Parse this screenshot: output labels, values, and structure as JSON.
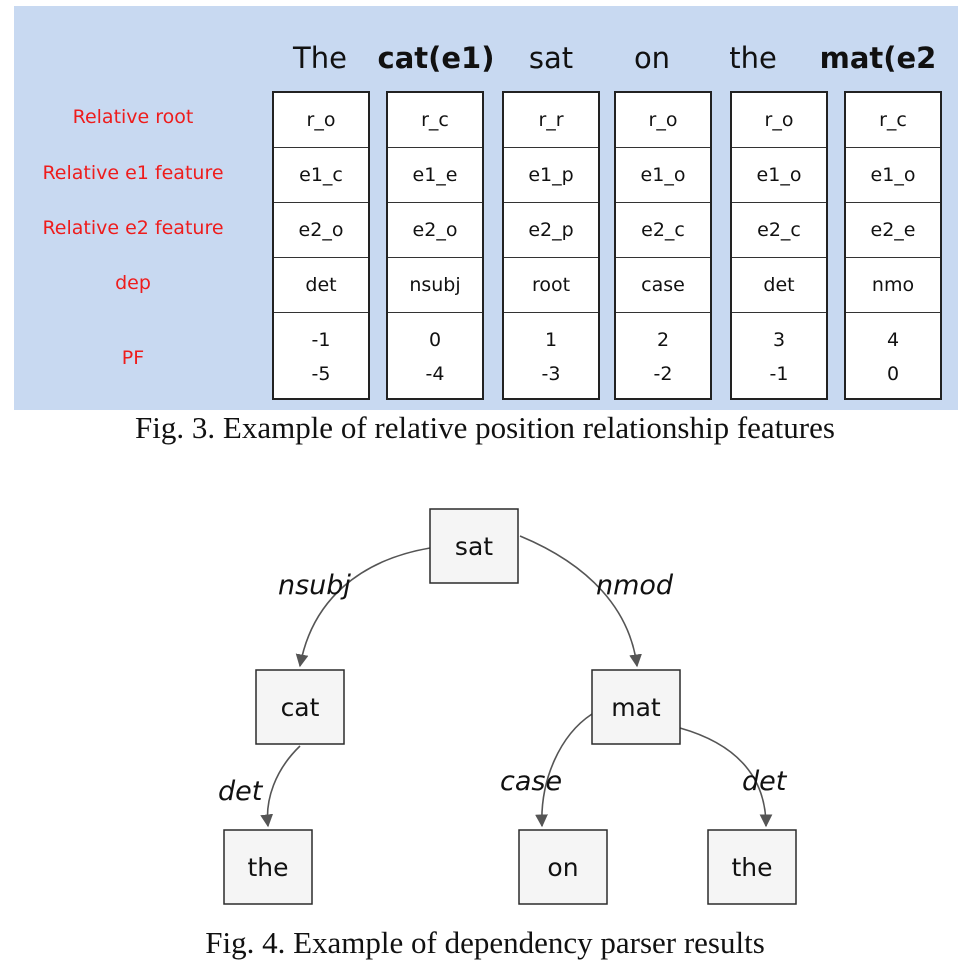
{
  "fig3": {
    "words": [
      {
        "text": "The",
        "bold": false
      },
      {
        "text": "cat(e1)",
        "bold": true
      },
      {
        "text": "sat",
        "bold": false
      },
      {
        "text": "on",
        "bold": false
      },
      {
        "text": "the",
        "bold": false
      },
      {
        "text": "mat(e2",
        "bold": true
      }
    ],
    "row_labels": [
      "Relative root",
      "Relative e1 feature",
      "Relative e2 feature",
      "dep",
      "PF"
    ],
    "columns": [
      {
        "root": "r_o",
        "e1": "e1_c",
        "e2": "e2_o",
        "dep": "det",
        "pf": [
          "-1",
          "-5"
        ]
      },
      {
        "root": "r_c",
        "e1": "e1_e",
        "e2": "e2_o",
        "dep": "nsubj",
        "pf": [
          "0",
          "-4"
        ]
      },
      {
        "root": "r_r",
        "e1": "e1_p",
        "e2": "e2_p",
        "dep": "root",
        "pf": [
          "1",
          "-3"
        ]
      },
      {
        "root": "r_o",
        "e1": "e1_o",
        "e2": "e2_c",
        "dep": "case",
        "pf": [
          "2",
          "-2"
        ]
      },
      {
        "root": "r_o",
        "e1": "e1_o",
        "e2": "e2_c",
        "dep": "det",
        "pf": [
          "3",
          "-1"
        ]
      },
      {
        "root": "r_c",
        "e1": "e1_o",
        "e2": "e2_e",
        "dep": "nmo",
        "pf": [
          "4",
          "0"
        ]
      }
    ],
    "caption": "Fig. 3. Example of relative position relationship features"
  },
  "fig4": {
    "nodes": {
      "sat": "sat",
      "cat": "cat",
      "mat": "mat",
      "the_left": "the",
      "on": "on",
      "the_right": "the"
    },
    "edges": {
      "nsubj": "nsubj",
      "nmod": "nmod",
      "det_left": "det",
      "case": "case",
      "det_right": "det"
    },
    "caption": "Fig. 4. Example of dependency parser results"
  },
  "colors": {
    "panel_bg": "#c8d9f1",
    "label_red": "#ee1c1c"
  }
}
